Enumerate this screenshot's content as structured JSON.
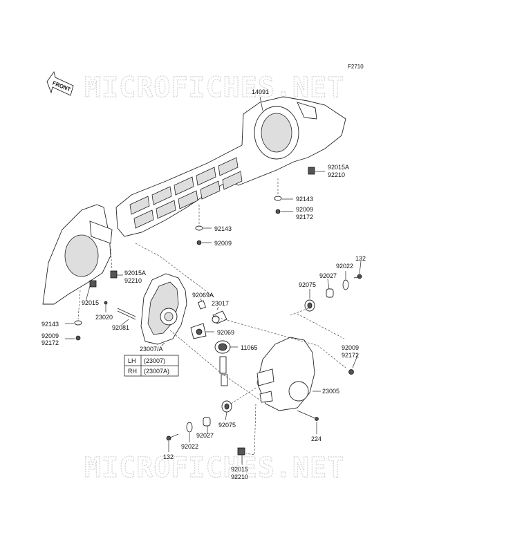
{
  "watermark": "MICROFICHES.NET",
  "figure_code": "F2710",
  "front_label": "FRONT",
  "parts": {
    "p14091": "14091",
    "p92015A_top": "92015A",
    "p92210_top": "92210",
    "p92143_right": "92143",
    "p92009_right": "92009",
    "p92172_right": "92172",
    "p92143_mid": "92143",
    "p92009_mid": "92009",
    "p92015A_left": "92015A",
    "p92210_left": "92210",
    "p92015_left": "92015",
    "p92143_left": "92143",
    "p92009_left": "92009",
    "p92172_left": "92172",
    "p23020": "23020",
    "p92081": "92081",
    "p92069A": "92069A",
    "p23017": "23017",
    "p92069": "92069",
    "p11065": "11065",
    "p23007": "23007/A",
    "p132_top": "132",
    "p92022_top": "92022",
    "p92027_top": "92027",
    "p92075_top": "92075",
    "p92009_lamp": "92009",
    "p92172_lamp": "92172",
    "p23005": "23005",
    "p224": "224",
    "p92075_bot": "92075",
    "p92027_bot": "92027",
    "p92022_bot": "92022",
    "p132_bot": "132",
    "p92015_bot": "92015",
    "p92210_bot": "92210"
  },
  "variant_table": {
    "rows": [
      {
        "side": "LH",
        "part": "(23007)"
      },
      {
        "side": "RH",
        "part": "(23007A)"
      }
    ]
  }
}
